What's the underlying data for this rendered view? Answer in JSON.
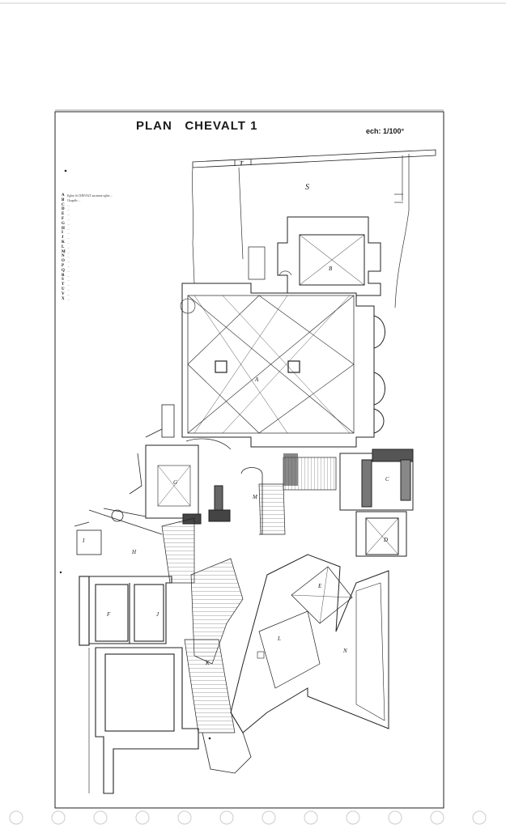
{
  "drawing": {
    "title": "PLAN   CHEVALT 1",
    "scale": "ech: 1/100°"
  },
  "room_labels": [
    "A",
    "B",
    "C",
    "D",
    "E",
    "F",
    "G",
    "H",
    "I",
    "J",
    "K",
    "L",
    "M",
    "N",
    "S",
    "T"
  ],
  "legend": [
    {
      "key": "A",
      "text": "Eglise St CHEVALT ancienne eglise ..."
    },
    {
      "key": "B",
      "text": "Chapelle ..."
    },
    {
      "key": "C",
      "text": "..."
    },
    {
      "key": "D",
      "text": "..."
    },
    {
      "key": "E",
      "text": "..."
    },
    {
      "key": "F",
      "text": "..."
    },
    {
      "key": "G",
      "text": "..."
    },
    {
      "key": "H",
      "text": "..."
    },
    {
      "key": "I",
      "text": "..."
    },
    {
      "key": "J",
      "text": "..."
    },
    {
      "key": "K",
      "text": "..."
    },
    {
      "key": "L",
      "text": "..."
    },
    {
      "key": "M",
      "text": "..."
    },
    {
      "key": "N",
      "text": "..."
    },
    {
      "key": "O",
      "text": "..."
    },
    {
      "key": "P",
      "text": "..."
    },
    {
      "key": "Q",
      "text": "..."
    },
    {
      "key": "R",
      "text": "..."
    },
    {
      "key": "S",
      "text": "..."
    },
    {
      "key": "T",
      "text": "..."
    },
    {
      "key": "U",
      "text": "..."
    },
    {
      "key": "V",
      "text": "..."
    },
    {
      "key": "X",
      "text": "..."
    }
  ]
}
